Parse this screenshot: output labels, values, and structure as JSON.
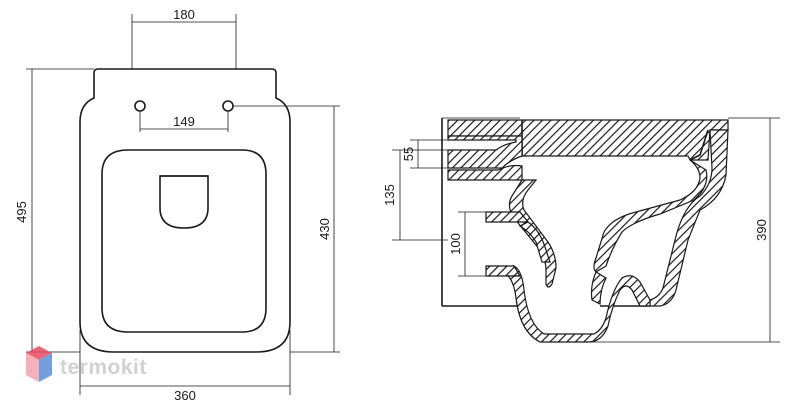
{
  "dimensions": {
    "top_width": "180",
    "hole_spacing": "149",
    "total_length": "495",
    "seat_length": "430",
    "bottom_width": "360",
    "inlet_height": "55",
    "inlet_offset": "135",
    "outlet_height": "100",
    "total_height": "390"
  },
  "logo": {
    "text": "termokit",
    "colors": {
      "top": "#e94b5f",
      "left": "#f5a3ad",
      "right": "#5b8fd6"
    }
  },
  "colors": {
    "line": "#1a1a1a",
    "background": "#ffffff",
    "watermark": "#c9c9c9"
  }
}
